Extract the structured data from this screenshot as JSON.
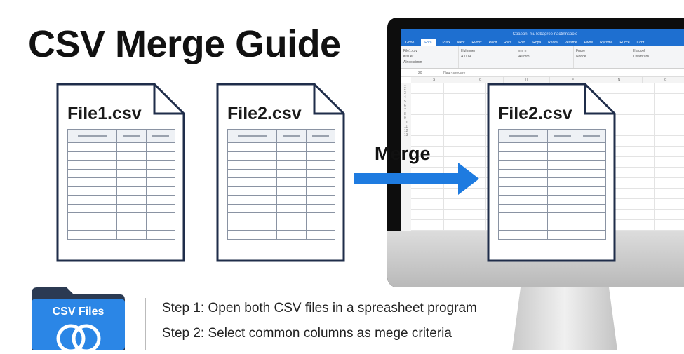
{
  "title": "CSV Merge Guide",
  "documents": [
    {
      "name": "File1.csv"
    },
    {
      "name": "File2.csv"
    },
    {
      "name": "File2.csv"
    }
  ],
  "arrow_label": "Merge",
  "spreadsheet": {
    "tabs": [
      "Gooo",
      "Fora",
      "Pusx",
      "Iekot",
      "Rvoox",
      "Rocit",
      "Rvcx",
      "Fotn",
      "Ropa",
      "Reora",
      "Vessme",
      "Pwbe",
      "Rycoma",
      "Rucce",
      "Cont"
    ],
    "active_tab": "Fora",
    "cell_ref": "20",
    "formula": "Naurysseoare",
    "columns": [
      "S",
      "C",
      "H",
      "F",
      "N",
      "C"
    ],
    "rows": [
      "1",
      "2",
      "3",
      "4",
      "5",
      "6",
      "7",
      "8",
      "9",
      "10",
      "11",
      "12",
      "13"
    ]
  },
  "folder": {
    "label": "CSV Files"
  },
  "steps": [
    "Step 1: Open both CSV files in a spreasheet program",
    "Step 2: Select common columns as mege criteria"
  ],
  "colors": {
    "accent": "#1e6fd0",
    "doc_border": "#1f2d4a",
    "folder": "#2b86e6"
  }
}
